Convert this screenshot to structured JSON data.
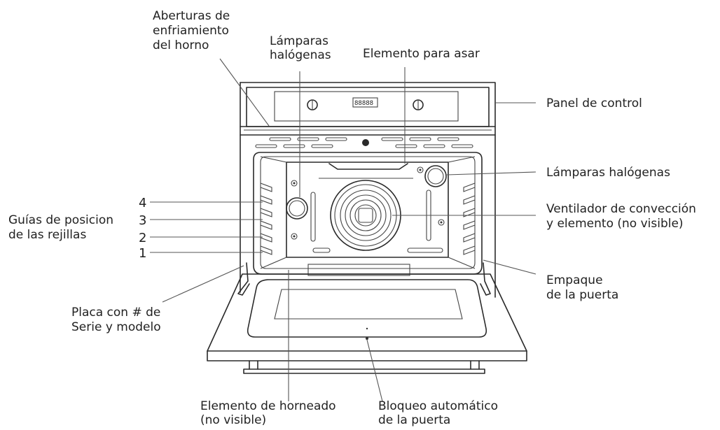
{
  "display_readout": "88888",
  "labels": {
    "vents": [
      "Aberturas de",
      "enfriamiento",
      "del horno"
    ],
    "halogen_top": [
      "Lámparas",
      "halógenas"
    ],
    "broil": [
      "Elemento para asar"
    ],
    "control_panel": [
      "Panel de control"
    ],
    "halogen_right": [
      "Lámparas halógenas"
    ],
    "fan": [
      "Ventilador de convección",
      "y elemento (no visible)"
    ],
    "rack_guides": [
      "Guías de posicion",
      "de las rejillas"
    ],
    "gasket": [
      "Empaque",
      "de la puerta"
    ],
    "serial_plate": [
      "Placa con # de",
      "Serie y modelo"
    ],
    "bake": [
      "Elemento de horneado",
      "(no visible)"
    ],
    "door_lock": [
      "Bloqueo automático",
      "de la puerta"
    ]
  },
  "rack_positions": [
    "4",
    "3",
    "2",
    "1"
  ]
}
